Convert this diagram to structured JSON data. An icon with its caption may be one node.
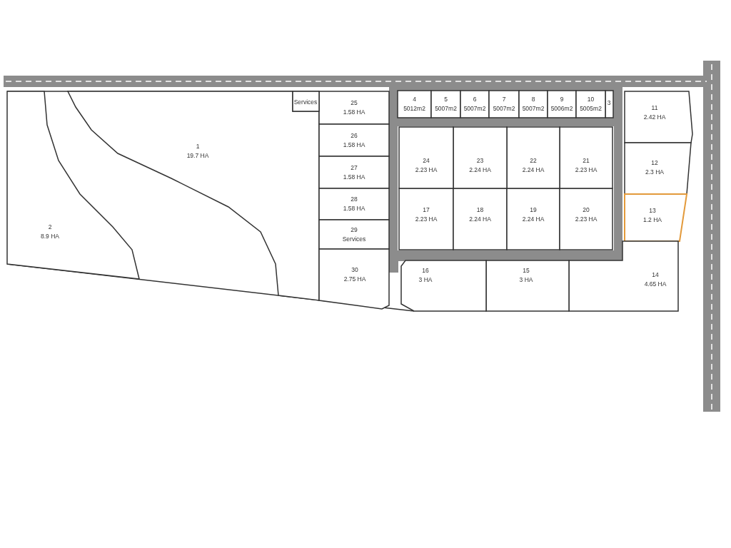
{
  "diagram": {
    "nodes": [
      {
        "text": [
          "1",
          "19.7 HA"
        ]
      },
      {
        "text": [
          "2",
          "8.9 HA"
        ]
      },
      {
        "text": [
          "3"
        ]
      },
      {
        "text": [
          "4",
          "5012m2"
        ]
      },
      {
        "text": [
          "5",
          "5007m2"
        ]
      },
      {
        "text": [
          "6",
          "5007m2"
        ]
      },
      {
        "text": [
          "7",
          "5007m2"
        ]
      },
      {
        "text": [
          "8",
          "5007m2"
        ]
      },
      {
        "text": [
          "9",
          "5006m2"
        ]
      },
      {
        "text": [
          "10",
          "5005m2"
        ]
      },
      {
        "text": [
          "11",
          "2.42 HA"
        ]
      },
      {
        "text": [
          "12",
          "2.3 HA"
        ]
      },
      {
        "text": [
          "13",
          "1.2 HA"
        ]
      },
      {
        "text": [
          "14",
          "4.65 HA"
        ]
      },
      {
        "text": [
          "15",
          "3 HA"
        ]
      },
      {
        "text": [
          "16",
          "3 HA"
        ]
      },
      {
        "text": [
          "17",
          "2.23 HA"
        ]
      },
      {
        "text": [
          "18",
          "2.24 HA"
        ]
      },
      {
        "text": [
          "19",
          "2.24 HA"
        ]
      },
      {
        "text": [
          "20",
          "2.23 HA"
        ]
      },
      {
        "text": [
          "21",
          "2.23 HA"
        ]
      },
      {
        "text": [
          "22",
          "2.24 HA"
        ]
      },
      {
        "text": [
          "23",
          "2.24 HA"
        ]
      },
      {
        "text": [
          "24",
          "2.23 HA"
        ]
      },
      {
        "text": [
          "25",
          "1.58 HA"
        ]
      },
      {
        "text": [
          "26",
          "1.58 HA"
        ]
      },
      {
        "text": [
          "27",
          "1.58 HA"
        ]
      },
      {
        "text": [
          "28",
          "1.58 HA"
        ]
      },
      {
        "text": [
          "29",
          "Services"
        ]
      },
      {
        "text": [
          "30",
          "2.75 HA"
        ]
      },
      {
        "text": [
          "Services"
        ]
      }
    ]
  }
}
